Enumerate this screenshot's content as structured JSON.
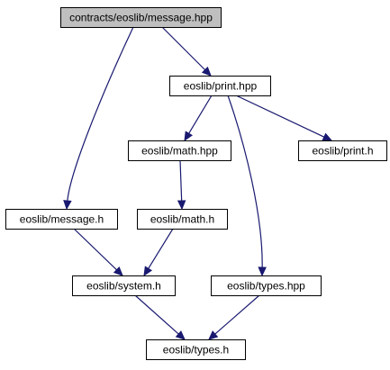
{
  "diagram": {
    "root": "contracts/eoslib/message.hpp",
    "nodes": [
      {
        "id": "message_hpp",
        "label": "contracts/eoslib/message.hpp",
        "highlight": true
      },
      {
        "id": "print_hpp",
        "label": "eoslib/print.hpp"
      },
      {
        "id": "math_hpp",
        "label": "eoslib/math.hpp"
      },
      {
        "id": "print_h",
        "label": "eoslib/print.h"
      },
      {
        "id": "message_h",
        "label": "eoslib/message.h"
      },
      {
        "id": "math_h",
        "label": "eoslib/math.h"
      },
      {
        "id": "system_h",
        "label": "eoslib/system.h"
      },
      {
        "id": "types_hpp",
        "label": "eoslib/types.hpp"
      },
      {
        "id": "types_h",
        "label": "eoslib/types.h"
      }
    ],
    "edges": [
      {
        "from": "message_hpp",
        "to": "print_hpp"
      },
      {
        "from": "message_hpp",
        "to": "message_h"
      },
      {
        "from": "print_hpp",
        "to": "math_hpp"
      },
      {
        "from": "print_hpp",
        "to": "print_h"
      },
      {
        "from": "print_hpp",
        "to": "types_hpp"
      },
      {
        "from": "math_hpp",
        "to": "math_h"
      },
      {
        "from": "message_h",
        "to": "system_h"
      },
      {
        "from": "math_h",
        "to": "system_h"
      },
      {
        "from": "system_h",
        "to": "types_h"
      },
      {
        "from": "types_hpp",
        "to": "types_h"
      }
    ],
    "colors": {
      "highlight_fill": "#bfbfbf",
      "node_fill": "#ffffff",
      "border": "#000000",
      "edge": "#191970"
    }
  }
}
